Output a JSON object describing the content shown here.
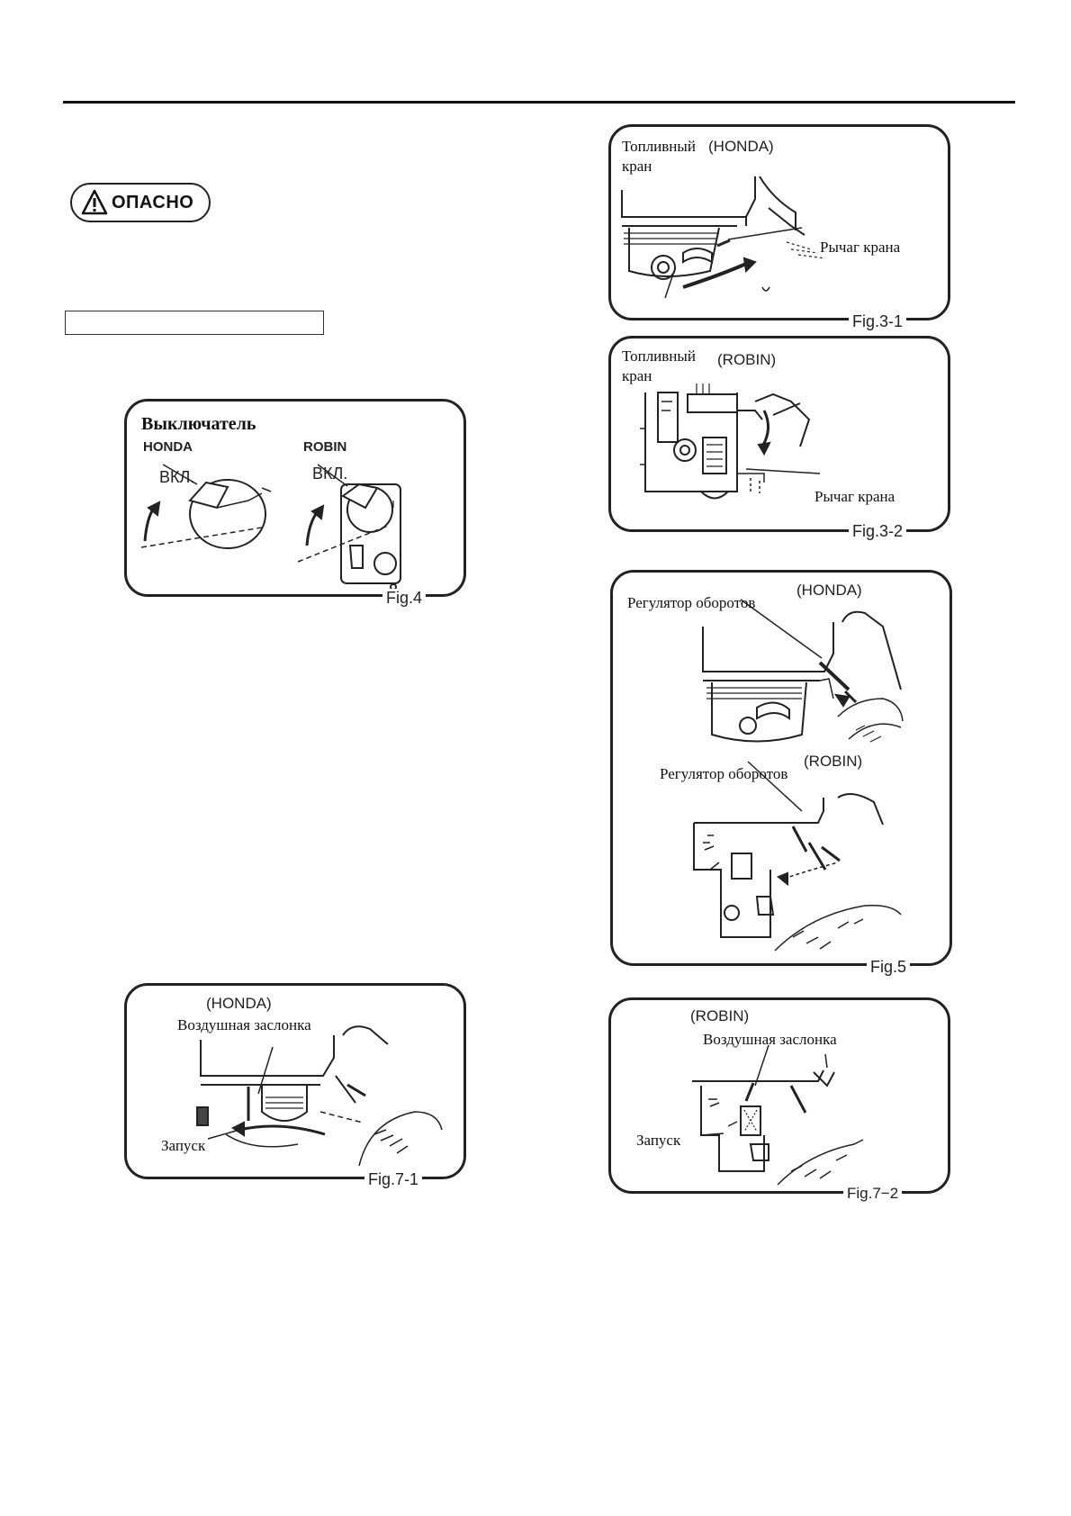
{
  "danger_badge": {
    "label": "ОПАСНО"
  },
  "fig3_1": {
    "title": "Топливный",
    "title_line2": "кран",
    "brand": "(HONDA)",
    "lever_label": "Рычаг крана",
    "fig_no": "Fig.3-1"
  },
  "fig3_2": {
    "title": "Топливный",
    "title_line2": "кран",
    "brand": "(ROBIN)",
    "lever_label": "Рычаг крана",
    "fig_no": "Fig.3-2"
  },
  "fig4": {
    "title": "Выключатель",
    "honda": "HONDA",
    "robin": "ROBIN",
    "on_honda": "ВКЛ.",
    "on_robin": "ВКЛ.",
    "fig_no": "Fig.4"
  },
  "fig5": {
    "brand_honda": "(HONDA)",
    "label_honda": "Регулятор оборотов",
    "brand_robin": "(ROBIN)",
    "label_robin": "Регулятор оборотов",
    "fig_no": "Fig.5"
  },
  "fig7_1": {
    "brand": "(HONDA)",
    "choke": "Воздушная заслонка",
    "start": "Запуск",
    "fig_no": "Fig.7-1"
  },
  "fig7_2": {
    "brand": "(ROBIN)",
    "choke": "Воздушная заслонка",
    "start": "Запуск",
    "fig_no": "Fig.7−2"
  }
}
